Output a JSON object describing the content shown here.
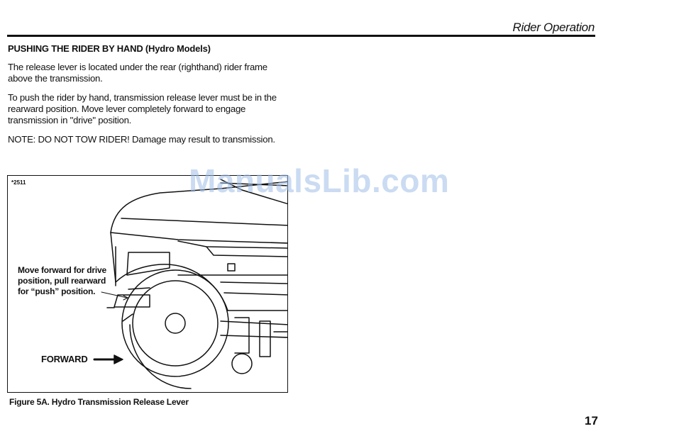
{
  "header": {
    "title": "Rider Operation"
  },
  "section": {
    "heading": "PUSHING THE RIDER BY HAND (Hydro Models)",
    "paragraphs": [
      "The release lever is located under the rear (righthand) rider frame above the transmission.",
      "To push the rider by hand, transmission release lever must be in the rearward position. Move lever completely forward to engage transmission in \"drive\" position.",
      "NOTE: DO NOT TOW RIDER! Damage may result to transmission."
    ]
  },
  "figure": {
    "number": "*2511",
    "callout": "Move forward for drive position, pull rearward for “push” position.",
    "forward_label": "FORWARD",
    "caption": "Figure 5A. Hydro Transmission Release Lever"
  },
  "watermark": "ManualsLib.com",
  "page_number": "17"
}
